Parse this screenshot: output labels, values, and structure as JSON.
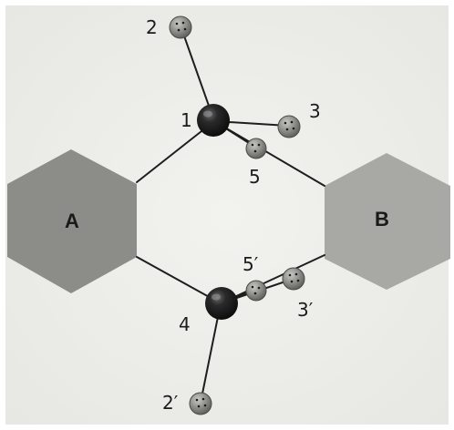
{
  "model": {
    "rings": [
      {
        "label": "A"
      },
      {
        "label": "B"
      }
    ],
    "atom_labels": {
      "a1": "1",
      "a2": "2",
      "a3": "3",
      "a4": "4",
      "a5": "5",
      "a2p": "2′",
      "a3p": "3′",
      "a5p": "5′"
    },
    "colors": {
      "background": "#eeeeea",
      "ring_fill": "#8c8c88",
      "ring_b_fill": "#a8a8a4",
      "dark_atom": "#151515",
      "light_atom": "#8a8a86",
      "bond": "#1e1e1e"
    }
  }
}
